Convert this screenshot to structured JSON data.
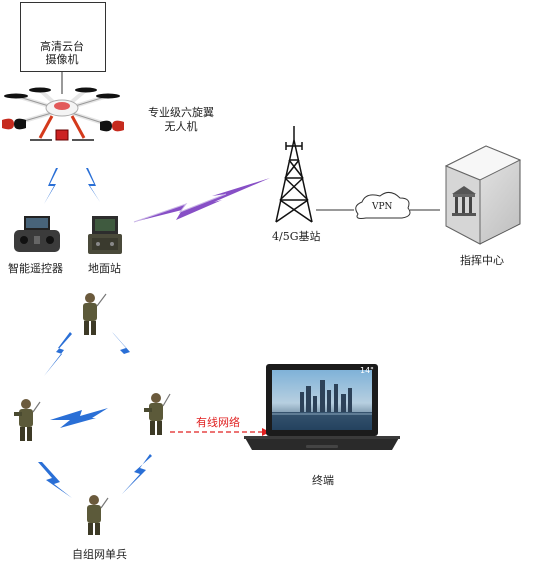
{
  "camera": {
    "label_line1": "高清云台",
    "label_line2": "摄像机"
  },
  "drone": {
    "label_line1": "专业级六旋翼",
    "label_line2": "无人机"
  },
  "controller": {
    "label": "智能遥控器"
  },
  "ground_station": {
    "label": "地面站"
  },
  "base_station": {
    "label": "4/5G基站"
  },
  "vpn": {
    "label": "VPN"
  },
  "command_center": {
    "label": "指挥中心"
  },
  "wired": {
    "label": "有线网络"
  },
  "terminal": {
    "label": "终端",
    "screen_size": "14\""
  },
  "soldiers": {
    "label": "自组网单兵"
  },
  "colors": {
    "wireless_blue": "#2a6fd6",
    "wireless_purple": "#7a3cc0",
    "wired_red": "#e02020",
    "laptop_body": "#1b1b1b"
  }
}
